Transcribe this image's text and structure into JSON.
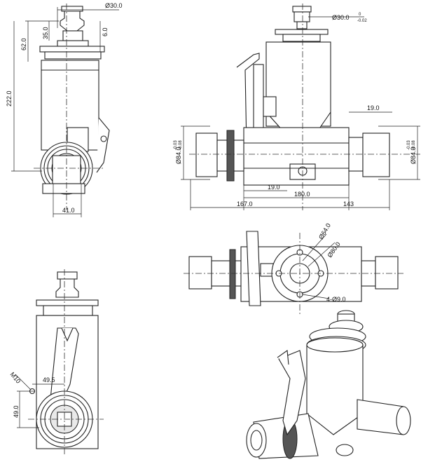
{
  "dimensions": {
    "d_top_flange": "Ø30.0",
    "d_62": "62.0",
    "d_35": "35.0",
    "d_6": "6.0",
    "d_222": "222.0",
    "d_41": "41.0",
    "d_front_flange": "Ø30.0",
    "d_front_flange_tol_upper": "0",
    "d_front_flange_tol_lower": "-0.02",
    "d_19_right": "19.0",
    "d_port_left": "Ø84.0",
    "d_port_left_tol_upper": "-0.03",
    "d_port_left_tol_lower": "-0.08",
    "d_port_right": "Ø84.0",
    "d_port_right_tol_upper": "-0.03",
    "d_port_right_tol_lower": "-0.08",
    "d_19_left": "19.0",
    "d_180": "180.0",
    "d_167": "167.0",
    "d_143": "143",
    "d_bolt_circle": "Ø64.0",
    "d_bore_circle": "Ø80.0",
    "d_holes": "4-Ø9.0",
    "d_m10": "M10",
    "d_49_5": "49.5",
    "d_49": "49.0"
  }
}
